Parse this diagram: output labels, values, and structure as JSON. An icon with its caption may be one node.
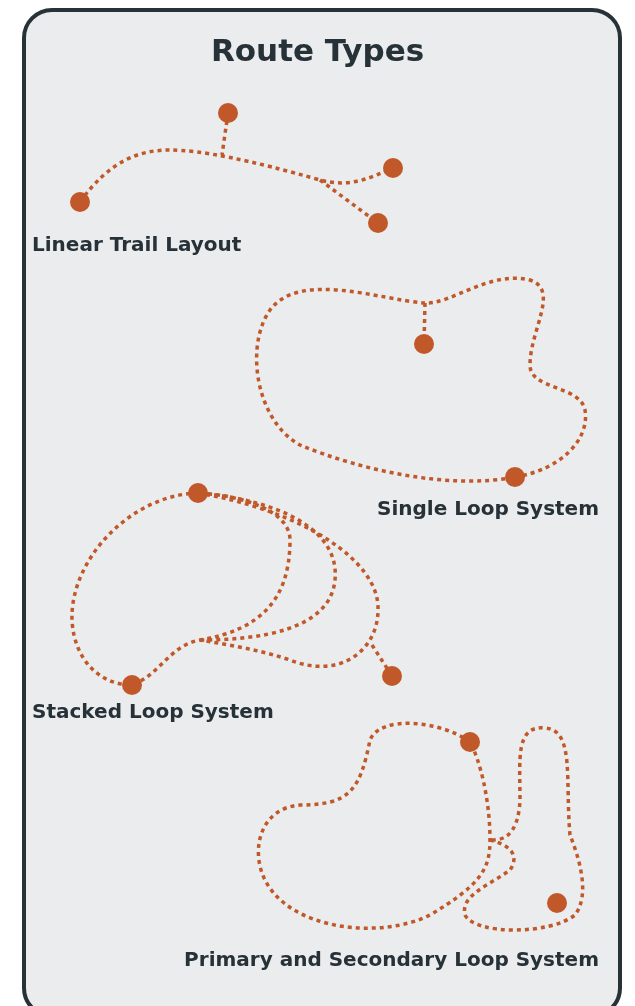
{
  "diagram": {
    "title": "Route Types",
    "labels": [
      "Linear Trail Layout",
      "Single Loop System",
      "Stacked Loop System",
      "Primary and Secondary Loop System"
    ]
  }
}
